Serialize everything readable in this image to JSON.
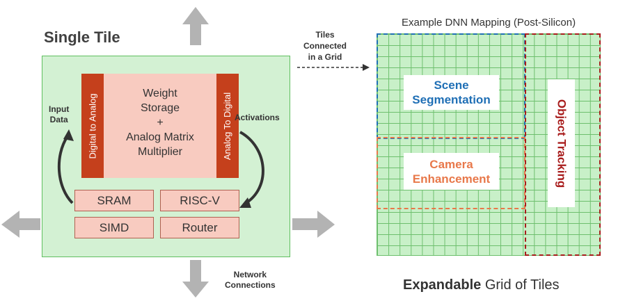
{
  "single_tile": {
    "title": "Single Tile",
    "core": {
      "left_bar": "Digital to Analog",
      "right_bar": "Analog To Digital",
      "center_text": "Weight\nStorage\n+\nAnalog Matrix\nMultiplier"
    },
    "blocks": [
      "SRAM",
      "RISC-V",
      "SIMD",
      "Router"
    ],
    "input_label": "Input\nData",
    "activations_label": "Activations",
    "network_label": "Network\nConnections"
  },
  "connector_label": "Tiles\nConnected\nin a Grid",
  "grid_view": {
    "title": "Example DNN Mapping (Post-Silicon)",
    "regions": [
      {
        "label": "Scene\nSegmentation",
        "color": "#1f6fb5"
      },
      {
        "label": "Camera\nEnhancement",
        "color": "#e8784a"
      },
      {
        "label": "Object Tracking",
        "color": "#a81c1c"
      }
    ],
    "footer_bold": "Expandable",
    "footer_rest": " Grid of Tiles"
  }
}
